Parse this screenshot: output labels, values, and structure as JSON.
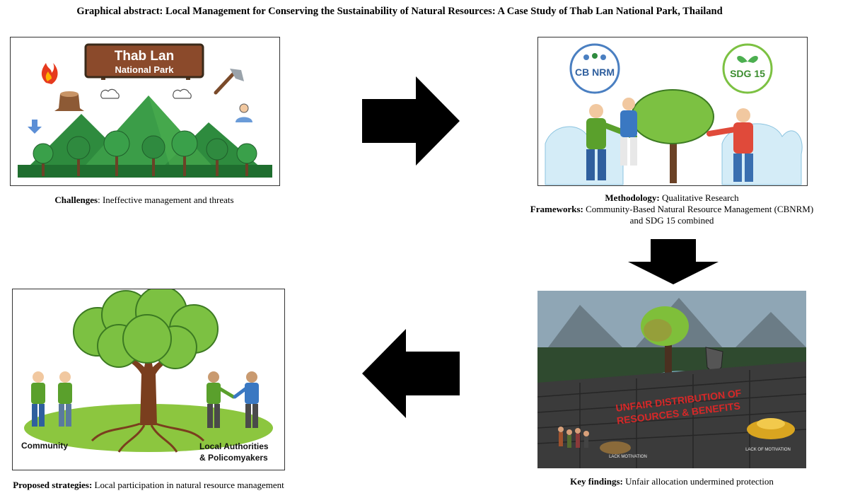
{
  "title": "Graphical abstract: Local Management for Conserving the Sustainability of Natural Resources: A Case Study of Thab Lan National Park, Thailand",
  "panel1": {
    "sign_line1": "Thab Lan",
    "sign_line2": "National Park",
    "caption_bold": "Challenges",
    "caption_text": ": Ineffective management and threats"
  },
  "panel2": {
    "badge_left": "CB NRM",
    "badge_right": "SDG 15",
    "caption1_bold": "Methodology:",
    "caption1_text": " Qualitative Research",
    "caption2_bold": "Frameworks:",
    "caption2_text": " Community-Based Natural Resource Management (CBNRM)",
    "caption3_text": "and SDG 15 combined"
  },
  "panel3": {
    "wall_line1": "UNFAIR DISTRIBUTION OF",
    "wall_line2": "RESOURCES & BENEFITS",
    "left_label": "LACK MOTIVATION",
    "right_label": "LACK OF MOTIVATION",
    "caption_bold": "Key findings:",
    "caption_text": " Unfair allocation undermined protection"
  },
  "panel4": {
    "left_label": "Community",
    "right_label_line1": "Local Authorities",
    "right_label_line2": "& Policomyakers",
    "caption_bold": "Proposed strategies:",
    "caption_text": " Local participation in natural resource management"
  },
  "colors": {
    "mountain_dark": "#2e8b3e",
    "mountain_light": "#4caf50",
    "sign_brown": "#8b4a2b",
    "wall_gray": "#3b3b3b",
    "wall_text_red": "#d62828",
    "tree_green": "#7cc142",
    "arrow": "#000000"
  }
}
